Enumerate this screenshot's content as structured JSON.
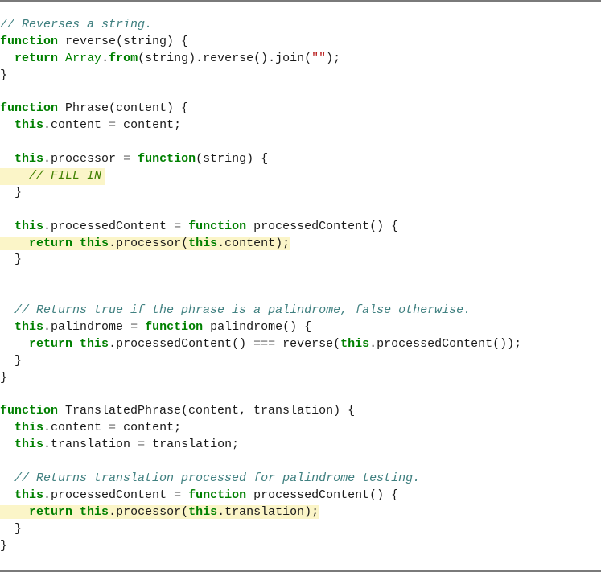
{
  "code": {
    "lines": [
      [
        {
          "t": "// Reverses a string.",
          "c": "cm"
        }
      ],
      [
        {
          "t": "function",
          "c": "kw"
        },
        {
          "t": " reverse(string) {"
        }
      ],
      [
        {
          "t": "  "
        },
        {
          "t": "return",
          "c": "kw"
        },
        {
          "t": " "
        },
        {
          "t": "Array",
          "c": "builtin"
        },
        {
          "t": "."
        },
        {
          "t": "from",
          "c": "kw"
        },
        {
          "t": "(string).reverse().join("
        },
        {
          "t": "\"\"",
          "c": "str"
        },
        {
          "t": ");"
        }
      ],
      [
        {
          "t": "}"
        }
      ],
      [],
      [
        {
          "t": "function",
          "c": "kw"
        },
        {
          "t": " Phrase(content) {"
        }
      ],
      [
        {
          "t": "  "
        },
        {
          "t": "this",
          "c": "kw"
        },
        {
          "t": ".content "
        },
        {
          "t": "=",
          "c": "op"
        },
        {
          "t": " content;"
        }
      ],
      [],
      [
        {
          "t": "  "
        },
        {
          "t": "this",
          "c": "kw"
        },
        {
          "t": ".processor "
        },
        {
          "t": "=",
          "c": "op"
        },
        {
          "t": " "
        },
        {
          "t": "function",
          "c": "kw"
        },
        {
          "t": "(string) {"
        }
      ],
      {
        "hl": "full",
        "segs": [
          {
            "t": "    "
          },
          {
            "t": "// FILL IN",
            "c": "fill-in"
          }
        ]
      },
      [
        {
          "t": "  }"
        }
      ],
      [],
      [
        {
          "t": "  "
        },
        {
          "t": "this",
          "c": "kw"
        },
        {
          "t": ".processedContent "
        },
        {
          "t": "=",
          "c": "op"
        },
        {
          "t": " "
        },
        {
          "t": "function",
          "c": "kw"
        },
        {
          "t": " processedContent() {"
        }
      ],
      {
        "hl": "text",
        "segs": [
          {
            "t": "    "
          },
          {
            "t": "return",
            "c": "kw"
          },
          {
            "t": " "
          },
          {
            "t": "this",
            "c": "kw"
          },
          {
            "t": ".processor("
          },
          {
            "t": "this",
            "c": "kw"
          },
          {
            "t": ".content);"
          }
        ]
      },
      [
        {
          "t": "  }"
        }
      ],
      [],
      [],
      [
        {
          "t": "  "
        },
        {
          "t": "// Returns true if the phrase is a palindrome, false otherwise.",
          "c": "cm"
        }
      ],
      [
        {
          "t": "  "
        },
        {
          "t": "this",
          "c": "kw"
        },
        {
          "t": ".palindrome "
        },
        {
          "t": "=",
          "c": "op"
        },
        {
          "t": " "
        },
        {
          "t": "function",
          "c": "kw"
        },
        {
          "t": " palindrome() {"
        }
      ],
      [
        {
          "t": "    "
        },
        {
          "t": "return",
          "c": "kw"
        },
        {
          "t": " "
        },
        {
          "t": "this",
          "c": "kw"
        },
        {
          "t": ".processedContent() "
        },
        {
          "t": "===",
          "c": "op"
        },
        {
          "t": " reverse("
        },
        {
          "t": "this",
          "c": "kw"
        },
        {
          "t": ".processedContent());"
        }
      ],
      [
        {
          "t": "  }"
        }
      ],
      [
        {
          "t": "}"
        }
      ],
      [],
      [
        {
          "t": "function",
          "c": "kw"
        },
        {
          "t": " TranslatedPhrase(content, translation) {"
        }
      ],
      [
        {
          "t": "  "
        },
        {
          "t": "this",
          "c": "kw"
        },
        {
          "t": ".content "
        },
        {
          "t": "=",
          "c": "op"
        },
        {
          "t": " content;"
        }
      ],
      [
        {
          "t": "  "
        },
        {
          "t": "this",
          "c": "kw"
        },
        {
          "t": ".translation "
        },
        {
          "t": "=",
          "c": "op"
        },
        {
          "t": " translation;"
        }
      ],
      [],
      [
        {
          "t": "  "
        },
        {
          "t": "// Returns translation processed for palindrome testing.",
          "c": "cm"
        }
      ],
      [
        {
          "t": "  "
        },
        {
          "t": "this",
          "c": "kw"
        },
        {
          "t": ".processedContent "
        },
        {
          "t": "=",
          "c": "op"
        },
        {
          "t": " "
        },
        {
          "t": "function",
          "c": "kw"
        },
        {
          "t": " processedContent() {"
        }
      ],
      {
        "hl": "text",
        "segs": [
          {
            "t": "    "
          },
          {
            "t": "return",
            "c": "kw"
          },
          {
            "t": " "
          },
          {
            "t": "this",
            "c": "kw"
          },
          {
            "t": ".processor("
          },
          {
            "t": "this",
            "c": "kw"
          },
          {
            "t": ".translation);"
          }
        ]
      },
      [
        {
          "t": "  }"
        }
      ],
      [
        {
          "t": "}"
        }
      ]
    ]
  }
}
